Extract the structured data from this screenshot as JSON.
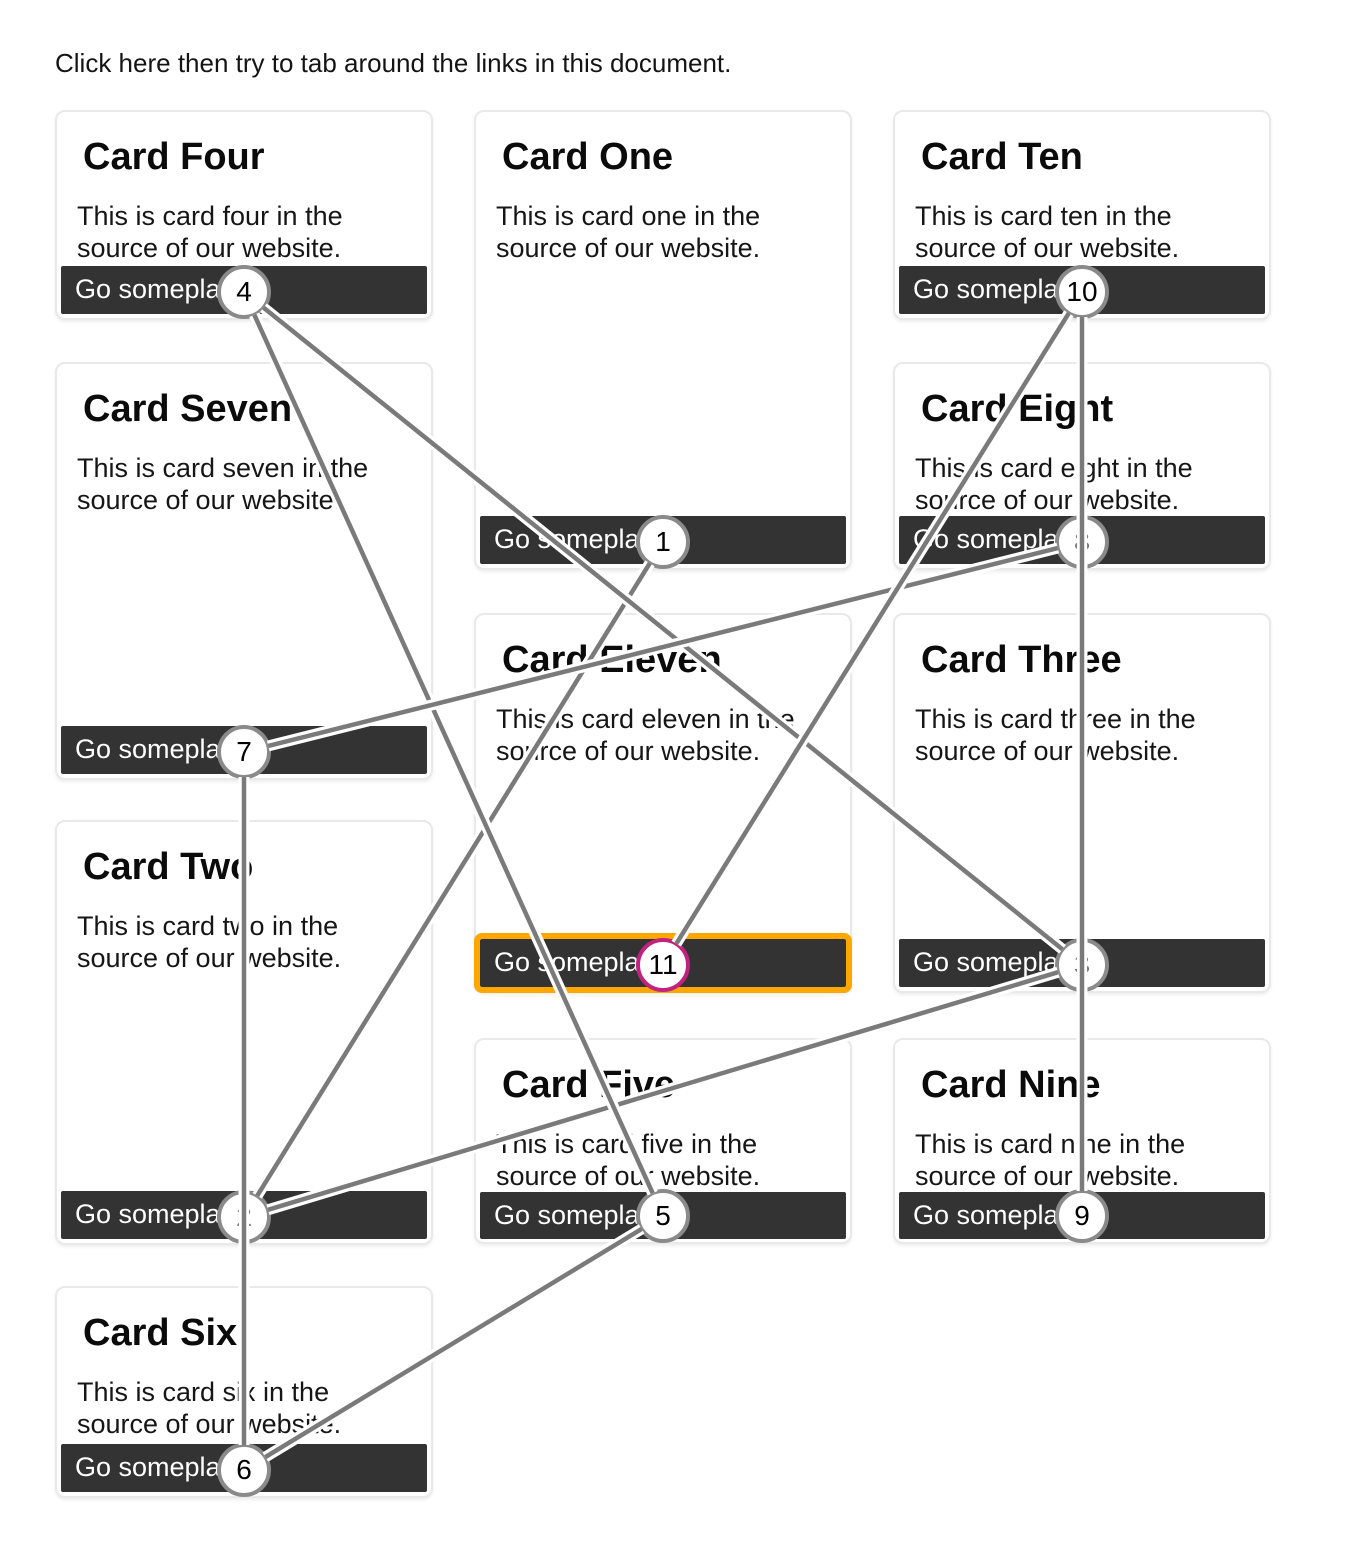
{
  "page": {
    "instruction": "Click here then try to tab around the links in this document."
  },
  "colors": {
    "button_bg": "#333333",
    "button_text": "#ffffff",
    "card_border": "#e9e9e9",
    "focus_ring": "#ffa600",
    "badge_fill": "#ffffff",
    "badge_border": "#8a8a8a",
    "current_badge_border": "#c0227f",
    "connector": "#7a7a7a",
    "connector_casing": "#ffffff"
  },
  "cards": [
    {
      "id": "four",
      "title": "Card Four",
      "body": "This is card four in the source of our website.",
      "button_label": "Go someplace",
      "tab_number": 4,
      "focused": false
    },
    {
      "id": "seven",
      "title": "Card Seven",
      "body": "This is card seven in the source of our website.",
      "button_label": "Go someplace",
      "tab_number": 7,
      "focused": false
    },
    {
      "id": "two",
      "title": "Card Two",
      "body": "This is card two in the source of our website.",
      "button_label": "Go someplace",
      "tab_number": 2,
      "focused": false
    },
    {
      "id": "six",
      "title": "Card Six",
      "body": "This is card six in the source of our website.",
      "button_label": "Go someplace",
      "tab_number": 6,
      "focused": false
    },
    {
      "id": "one",
      "title": "Card One",
      "body": "This is card one in the source of our website.",
      "button_label": "Go someplace",
      "tab_number": 1,
      "focused": false
    },
    {
      "id": "eleven",
      "title": "Card Eleven",
      "body": "This is card eleven in the source of our website.",
      "button_label": "Go someplace",
      "tab_number": 11,
      "focused": true
    },
    {
      "id": "five",
      "title": "Card Five",
      "body": "This is card five in the source of our website.",
      "button_label": "Go someplace",
      "tab_number": 5,
      "focused": false
    },
    {
      "id": "ten",
      "title": "Card Ten",
      "body": "This is card ten in the source of our website.",
      "button_label": "Go someplace",
      "tab_number": 10,
      "focused": false
    },
    {
      "id": "eight",
      "title": "Card Eight",
      "body": "This is card eight in the source of our website.",
      "button_label": "Go someplace",
      "tab_number": 8,
      "focused": false
    },
    {
      "id": "three",
      "title": "Card Three",
      "body": "This is card three in the source of our website.",
      "button_label": "Go someplace",
      "tab_number": 3,
      "focused": false
    },
    {
      "id": "nine",
      "title": "Card Nine",
      "body": "This is card nine in the source of our website.",
      "button_label": "Go someplace",
      "tab_number": 9,
      "focused": false
    }
  ]
}
